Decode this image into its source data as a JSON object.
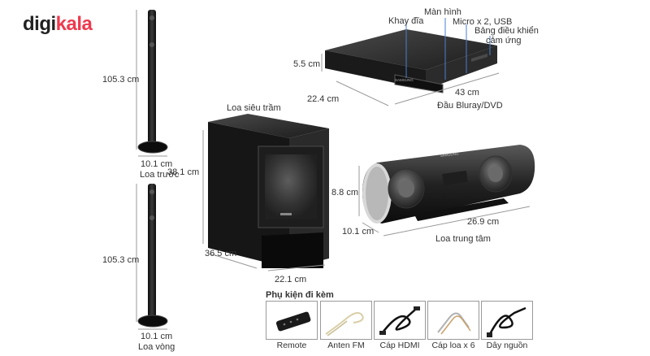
{
  "brand": {
    "part1": "digi",
    "part2": "kala"
  },
  "front_speaker": {
    "height": "105.3 cm",
    "width": "10.1 cm",
    "name": "Loa trước"
  },
  "surround_speaker": {
    "height": "105.3 cm",
    "width": "10.1 cm",
    "name": "Loa vòng"
  },
  "subwoofer": {
    "name": "Loa siêu trầm",
    "height": "38.1 cm",
    "depth": "36.5 cm",
    "width": "22.1 cm"
  },
  "player": {
    "name": "Đầu Bluray/DVD",
    "height": "5.5 cm",
    "depth": "22.4 cm",
    "width": "43 cm",
    "callout_tray": "Khay đĩa",
    "callout_display": "Màn hình",
    "callout_ports": "Micro x 2, USB",
    "callout_touch_1": "Bảng điều khiển",
    "callout_touch_2": "cảm ứng"
  },
  "center_speaker": {
    "name": "Loa trung tâm",
    "height": "8.8 cm",
    "depth": "10.1 cm",
    "width": "26.9 cm"
  },
  "accessories": {
    "title": "Phụ kiện đi kèm",
    "items": [
      {
        "label": "Remote",
        "icon": "remote-icon"
      },
      {
        "label": "Anten FM",
        "icon": "antenna-icon"
      },
      {
        "label": "Cáp HDMI",
        "icon": "hdmi-cable-icon"
      },
      {
        "label": "Cáp loa x 6",
        "icon": "speaker-cable-icon"
      },
      {
        "label": "Dây nguồn",
        "icon": "power-cord-icon"
      }
    ]
  },
  "colors": {
    "brand_red": "#ef394e",
    "dim_line": "#888888",
    "device": "#1a1a1a"
  }
}
